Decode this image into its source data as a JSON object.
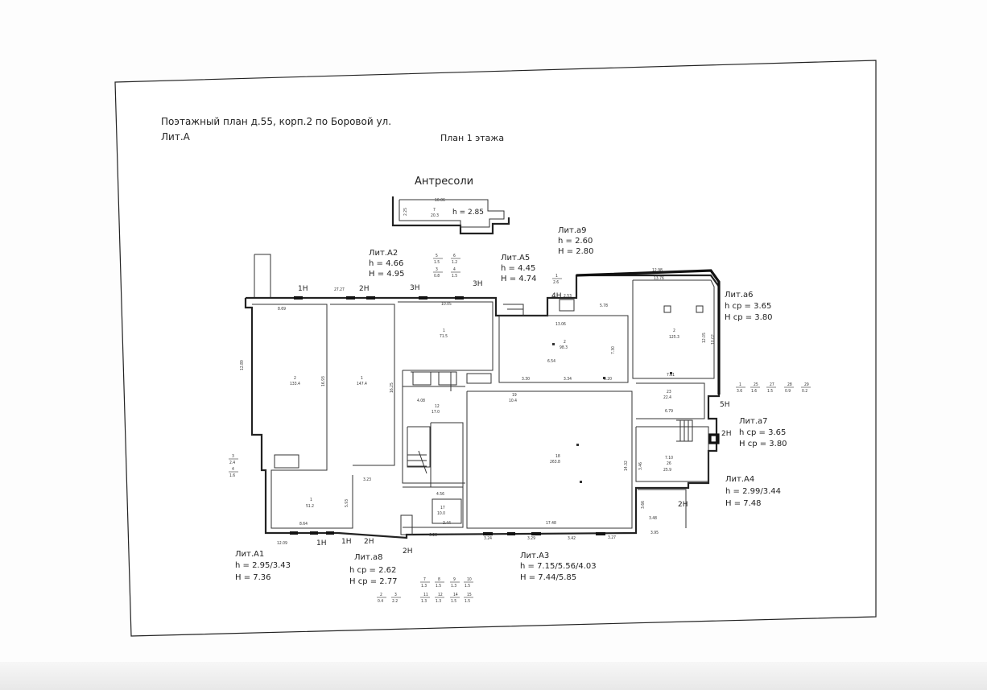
{
  "title": {
    "line1": "Поэтажный план д.55, корп.2 по Боровой ул.",
    "line2": "Лит.А",
    "plan_name": "План 1 этажа",
    "mezzanine": "Антресоли"
  },
  "mezzanine_block": {
    "length": "10.06",
    "side": "2.25",
    "room_num": "7",
    "room_area": "20.3",
    "height": "h = 2.85"
  },
  "lit_labels": [
    {
      "key": "a2",
      "name": "Лит.А2",
      "h": "h = 4.66",
      "H": "H = 4.95"
    },
    {
      "key": "a5",
      "name": "Лит.А5",
      "h": "h = 4.45",
      "H": "H = 4.74"
    },
    {
      "key": "a9",
      "name": "Лит.а9",
      "h": "h = 2.60",
      "H": "H = 2.80"
    },
    {
      "key": "a6",
      "name": "Лит.а6",
      "h": "h ср = 3.65",
      "H": "H ср = 3.80"
    },
    {
      "key": "a7",
      "name": "Лит.а7",
      "h": "h ср = 3.65",
      "H": "H ср = 3.80"
    },
    {
      "key": "a4",
      "name": "Лит.А4",
      "h": "h = 2.99/3.44",
      "H": "H = 7.48"
    },
    {
      "key": "a3",
      "name": "Лит.А3",
      "h": "h = 7.15/5.56/4.03",
      "H": "H = 7.44/5.85"
    },
    {
      "key": "a8",
      "name": "Лит.а8",
      "h": "h ср = 2.62",
      "H": "H ср = 2.77"
    },
    {
      "key": "a1",
      "name": "Лит.А1",
      "h": "h = 2.95/3.43",
      "H": "H = 7.36"
    }
  ],
  "entrances": [
    "1Н",
    "2Н",
    "3Н",
    "3Н",
    "4Н",
    "5Н",
    "2Н",
    "2Н",
    "2Н",
    "1Н",
    "1Н",
    "2Н"
  ],
  "rooms": [
    {
      "num": "2",
      "area": "133.4"
    },
    {
      "num": "1",
      "area": "147.4"
    },
    {
      "num": "1",
      "area": "71.5"
    },
    {
      "num": "2",
      "area": "98.3"
    },
    {
      "num": "2",
      "area": "125.3"
    },
    {
      "num": "1",
      "area": "51.2"
    },
    {
      "num": "18",
      "area": "263.8"
    },
    {
      "num": "23",
      "area": "22.4"
    },
    {
      "num": "26",
      "area": "25.9"
    },
    {
      "num": "19",
      "area": "10.4"
    },
    {
      "num": "12",
      "area": "17.0"
    },
    {
      "num": "17",
      "area": "10.0"
    }
  ],
  "dims": {
    "top_a": "8.69",
    "top_b": "27.27",
    "top_c": "10.05",
    "right_a5": "13.06",
    "a9_w": "2.53",
    "a9_h": "5.78",
    "a6_top": "12.98",
    "a6_top2": "13.76",
    "a6_right": "10.02",
    "a6_right2": "12.05",
    "left_a": "12.89",
    "left_b": "16.93",
    "mid_a": "16.25",
    "a5_side": "7.30",
    "a5_b": "6.54",
    "a5_c": "3.30",
    "a5_d": "3.34",
    "a5_e": "3.20",
    "big_w": "17.48",
    "big_h": "14.32",
    "bot_a": "12.09",
    "bot_b": "8.64",
    "bot_c": "6.28",
    "bot_d": "3.24",
    "bot_e": "3.29",
    "bot_f": "3.42",
    "bot_g": "3.27",
    "bot_h": "3.95",
    "a1_side": "5.93",
    "a1_mid": "3.23",
    "small_a": "4.08",
    "small_b": "3.44",
    "small_c": "4.56",
    "right_a": "7.81",
    "right_b": "6.79",
    "right_c": "7.10",
    "right_d": "3.48",
    "right_e": "3.46",
    "right_f": "3.66"
  },
  "legend_left": [
    "3",
    "2.4",
    "4",
    "1.6"
  ],
  "legend_a8_top": [
    "7",
    "1.3",
    "8",
    "1.5",
    "9",
    "1.3",
    "10",
    "1.5"
  ],
  "legend_a8_mid": [
    "2",
    "0.4",
    "3",
    "2.2",
    "11",
    "1.3",
    "12",
    "1.3",
    "14",
    "1.5",
    "15",
    "1.5"
  ],
  "legend_a2": [
    "5",
    "1.5",
    "6",
    "1.2",
    "3",
    "0.8",
    "4",
    "1.5"
  ],
  "legend_right": [
    "1",
    "3.6",
    "25",
    "1.6",
    "27",
    "1.5",
    "28",
    "0.9",
    "29",
    "0.2"
  ],
  "legend_a9": [
    "1",
    "2.6"
  ]
}
